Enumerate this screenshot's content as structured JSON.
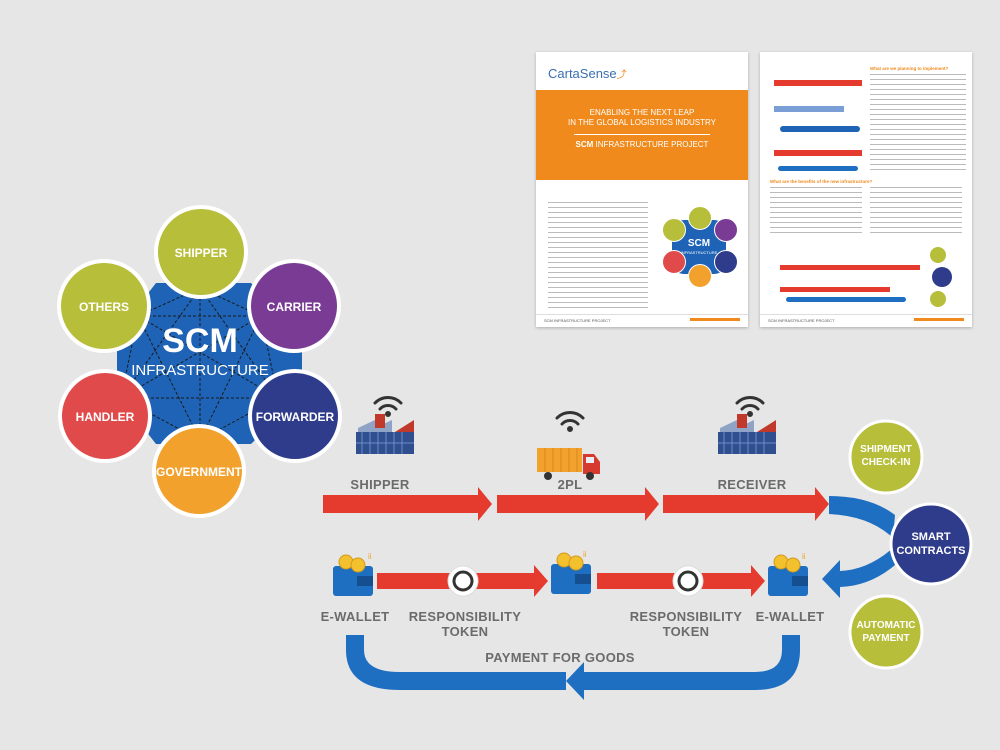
{
  "scm": {
    "title": "SCM",
    "subtitle": "INFRASTRUCTURE",
    "nodes": [
      "SHIPPER",
      "CARRIER",
      "FORWARDER",
      "GOVERNMENT",
      "HANDLER",
      "OTHERS"
    ]
  },
  "colors": {
    "background": "#e6e6e6",
    "scm_blue": "#1e63b5",
    "shipper_green": "#b7be3a",
    "carrier_purple": "#7a3b94",
    "forwarder_navy": "#2f3b8b",
    "government_orange": "#f2a12d",
    "handler_red": "#e04a4a",
    "arrow_red": "#e53b2f",
    "flow_blue": "#1e6fc1",
    "doc_orange": "#f08a1c"
  },
  "flow": {
    "top": [
      "SHIPPER",
      "2PL",
      "RECEIVER"
    ],
    "wallet_left": "E-WALLET",
    "wallet_right": "E-WALLET",
    "token_left": "RESPONSIBILITY\nTOKEN",
    "token_right": "RESPONSIBILITY\nTOKEN",
    "payment": "PAYMENT FOR GOODS",
    "shipment_checkin": "SHIPMENT\nCHECK-IN",
    "smart_contracts": "SMART\nCONTRACTS",
    "automatic_payment": "AUTOMATIC\nPAYMENT"
  },
  "brochure": {
    "brand": "CartaSense",
    "headline": "ENABLING THE NEXT LEAP\nIN THE GLOBAL LOGISTICS INDUSTRY",
    "project_bold": "SCM",
    "project_rest": " INFRASTRUCTURE PROJECT",
    "footer": "SCM INFRASTRUCTURE PROJECT",
    "right_heading_1": "What are we planning to implement?",
    "right_heading_2": "What are the benefits of the new infrastructure?",
    "mini_scm": "SCM",
    "mini_infra": "INFRASTRUCTURE"
  }
}
